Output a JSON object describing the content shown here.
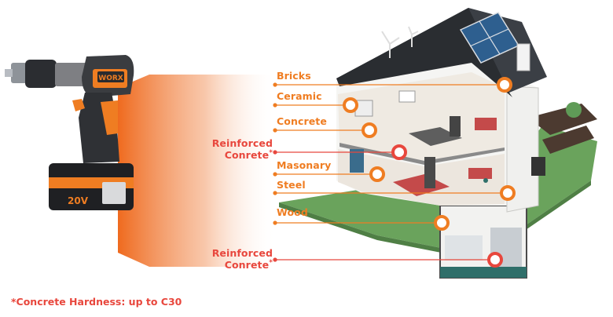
{
  "brand": {
    "logo_text": "WORX",
    "battery_text": "20V"
  },
  "labels": [
    {
      "id": "bricks",
      "text": "Bricks",
      "color": "#ef7d22"
    },
    {
      "id": "ceramic",
      "text": "Ceramic",
      "color": "#ef7d22"
    },
    {
      "id": "concrete",
      "text": "Concrete",
      "color": "#ef7d22"
    },
    {
      "id": "reinforced1",
      "text": "Reinforced",
      "text2": "Conrete",
      "sup": "*",
      "color": "#e8473d"
    },
    {
      "id": "masonary",
      "text": "Masonary",
      "color": "#ef7d22"
    },
    {
      "id": "steel",
      "text": "Steel",
      "color": "#ef7d22"
    },
    {
      "id": "wood",
      "text": "Wood",
      "color": "#ef7d22"
    },
    {
      "id": "reinforced2",
      "text": "Reinforced",
      "text2": "Conrete",
      "sup": "*",
      "color": "#e8473d"
    }
  ],
  "footnote": "*Concrete Hardness: up to C30",
  "colors": {
    "orange": "#ef7d22",
    "red": "#e8473d",
    "roof": "#3b3f45",
    "grass": "#6aa35c"
  }
}
